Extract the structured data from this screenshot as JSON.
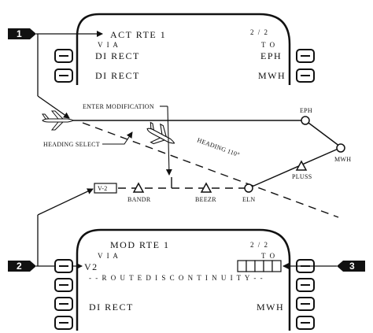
{
  "top_cdu": {
    "title": "ACT RTE 1",
    "page": "2 / 2",
    "col_via": "V I A",
    "col_to": "T O",
    "rows": [
      {
        "via": "DI RECT",
        "to": "EPH"
      },
      {
        "via": "DI RECT",
        "to": "MWH"
      }
    ]
  },
  "bottom_cdu": {
    "title": "MOD RTE 1",
    "page": "2 / 2",
    "col_via": "V I A",
    "col_to": "T O",
    "row1_via": "V2",
    "discontinuity": "- -   R O U T E   D I S C O N T I N U I T Y  -  -",
    "row4_via": "DI RECT",
    "row4_to": "MWH"
  },
  "callouts": [
    "1",
    "2",
    "3"
  ],
  "map": {
    "enter_modification": "ENTER MODIFICATION",
    "heading_select": "HEADING SELECT",
    "heading": "HEADING 110°",
    "waypoints": {
      "eph": "EPH",
      "mwh": "MWH",
      "pluss": "PLUSS",
      "eln": "ELN",
      "bandr": "BANDR",
      "beezr": "BEEZR",
      "v2": "V-2"
    }
  },
  "colors": {
    "ink": "#111111",
    "background": "#ffffff"
  }
}
